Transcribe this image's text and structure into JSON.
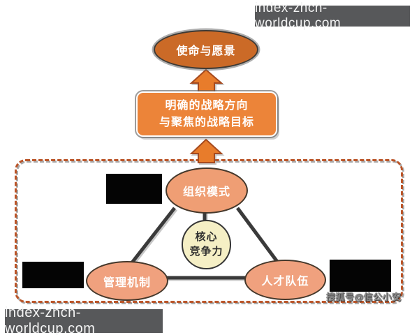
{
  "header": {
    "site_badge": "index-zhcn-worldcup.com"
  },
  "footer": {
    "site_badge": "index-zhcn-worldcup.com",
    "watermark": "搜狐号@信公小安"
  },
  "diagram": {
    "mission": "使命与愿景",
    "strategy_line1": "明确的战略方向",
    "strategy_line2": "与聚焦的战略目标",
    "organization": "组织模式",
    "core_line1": "核心",
    "core_line2": "竞争力",
    "management": "管理机制",
    "talent": "人才队伍"
  },
  "icons": {
    "up_arrow_top": "block-arrow-up",
    "up_arrow_middle": "block-arrow-up"
  },
  "colors": {
    "mission_fill": "#CB6A27",
    "strategy_fill": "#EC8439",
    "node_fill": "#F0A17E",
    "organization_fill": "#EF9E74",
    "core_fill": "#F5EFC5",
    "arrow_fill": "#E87C2B",
    "arrow_stroke": "#A64A1E",
    "dashed_border": "#BA5529",
    "triangle_line": "#3A3A3A",
    "badge_bg": "#57585A",
    "redaction": "#040404"
  }
}
